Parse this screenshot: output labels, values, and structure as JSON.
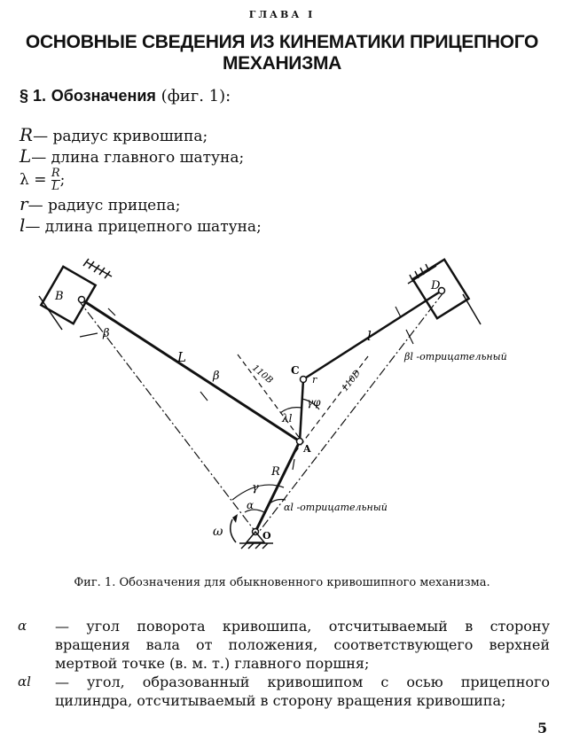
{
  "header": {
    "chapter": "ГЛАВА I",
    "title_line1": "ОСНОВНЫЕ СВЕДЕНИЯ ИЗ КИНЕМАТИКИ ПРИЦЕПНОГО",
    "title_line2": "МЕХАНИЗМА"
  },
  "section": {
    "number": "§ 1.",
    "title": "Обозначения",
    "note": "(фиг. 1):"
  },
  "definitions": [
    {
      "symbol": "R",
      "text": "— радиус кривошипа;"
    },
    {
      "symbol": "L",
      "text": "— длина главного шатуна;"
    },
    {
      "symbol": "λ",
      "eq": "=",
      "num": "R",
      "den": "L",
      "end": ";"
    },
    {
      "symbol": "r",
      "text": "— радиус прицепа;"
    },
    {
      "symbol": "l",
      "text": "— длина прицепного шатуна;"
    }
  ],
  "figure": {
    "labels": {
      "B": "B",
      "D": "D",
      "C": "C",
      "A": "A",
      "O": "O",
      "L": "L",
      "l": "l",
      "R": "R",
      "r": "r",
      "beta": "β",
      "beta2": "β",
      "beta_l": "βl -отрицательный",
      "lambda_l": "λl",
      "gamma_phi": "γφ",
      "gamma": "γ",
      "alpha": "α",
      "alpha_l": "αl -отрицательный",
      "omega": "ω",
      "axis_B": "110B",
      "axis_D": "110D"
    },
    "caption": "Фиг. 1. Обозначения  для обыкновенного кривошипного механизма."
  },
  "alpha_defs": [
    {
      "symbol": "α",
      "text": "— угол поворота кривошипа, отсчитываемый в сторону вращения вала от положения, соответствующего верхней мертвой точке (в. м. т.) главного поршня;"
    },
    {
      "symbol": "αl",
      "text": "— угол, образованный кривошипом с осью прицепного цилиндра, отсчитываемый в сторону вращения кривошипа;"
    }
  ],
  "page_number": "5"
}
